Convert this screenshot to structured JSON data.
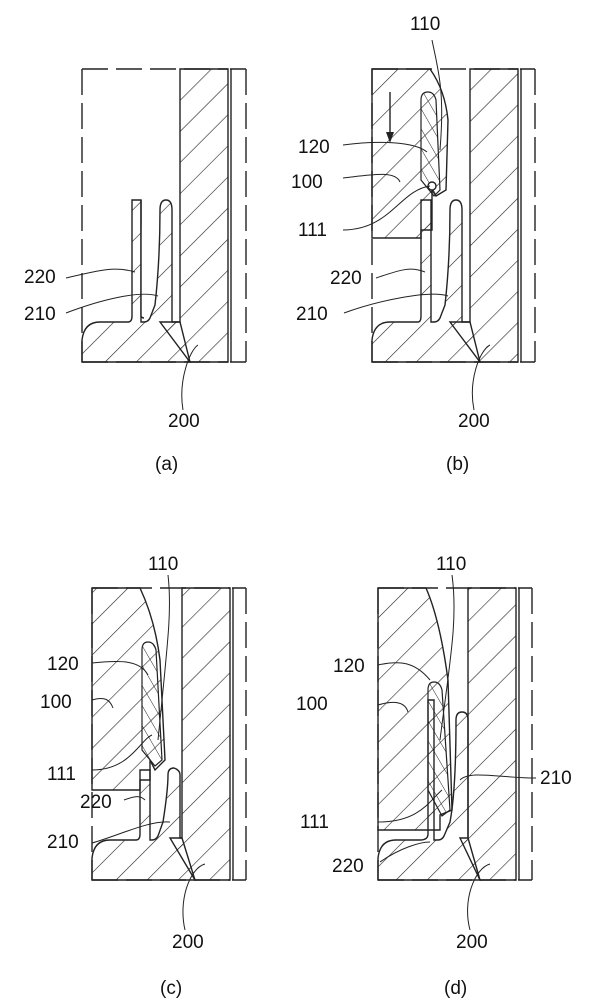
{
  "figure": {
    "panels": [
      {
        "caption": "(a)",
        "labels": {
          "l220": "220",
          "l210": "210",
          "l200": "200"
        }
      },
      {
        "caption": "(b)",
        "labels": {
          "l110": "110",
          "l120": "120",
          "l100": "100",
          "l111": "111",
          "l220": "220",
          "l210": "210",
          "l200": "200"
        }
      },
      {
        "caption": "(c)",
        "labels": {
          "l110": "110",
          "l120": "120",
          "l100": "100",
          "l111": "111",
          "l220": "220",
          "l210": "210",
          "l200": "200"
        }
      },
      {
        "caption": "(d)",
        "labels": {
          "l110": "110",
          "l120": "120",
          "l100": "100",
          "l210": "210",
          "l111": "111",
          "l220": "220",
          "l200": "200"
        }
      }
    ]
  }
}
